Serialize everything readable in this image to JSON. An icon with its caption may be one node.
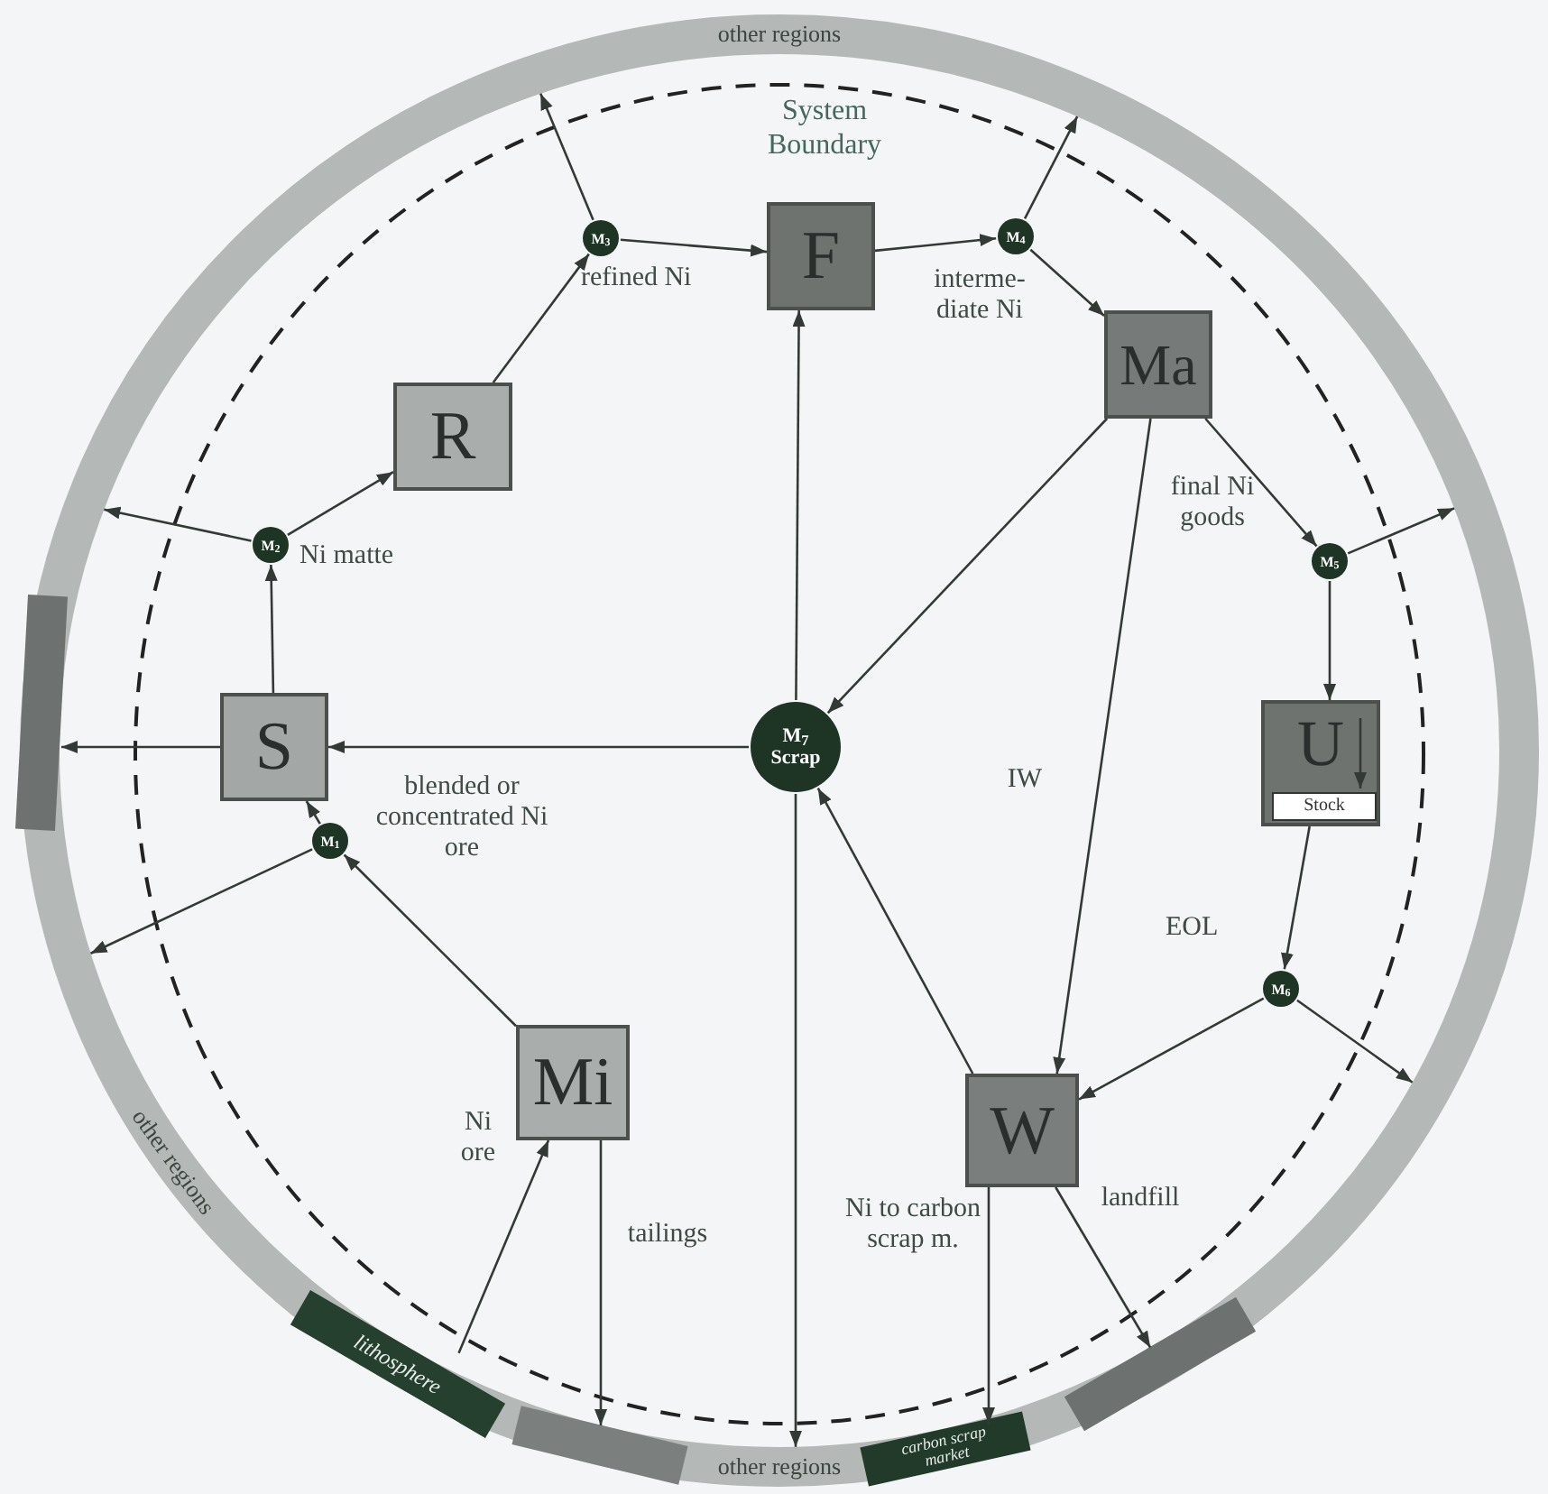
{
  "diagram": {
    "nodes": [
      {
        "text": [
          "other regions",
          "other regions",
          "other regions"
        ]
      },
      {
        "text": [],
        "shape": "bar",
        "in": 0
      },
      {
        "text": [
          "lithosphere"
        ],
        "in": 0
      },
      {
        "text": [],
        "shape": "bar",
        "in": 0
      },
      {
        "text": [
          "carbon scrap market"
        ],
        "in": 0
      },
      {
        "text": [],
        "shape": "bar",
        "in": 0
      },
      {
        "text": [
          "System Boundary"
        ],
        "in": 0
      },
      {
        "text": [
          "F"
        ],
        "in": 6
      },
      {
        "text": [
          "M$_{3}$"
        ],
        "in": 6,
        "beside": [
          "refined Ni"
        ]
      },
      {
        "text": [
          "M$_{4}$"
        ],
        "in": 6,
        "beside": [
          "interme- diate Ni"
        ]
      },
      {
        "text": [
          "R"
        ],
        "in": 6
      },
      {
        "text": [
          "Ma"
        ],
        "in": 6
      },
      {
        "text": [
          "M$_{2}$"
        ],
        "in": 6,
        "beside": [
          "Ni matte"
        ]
      },
      {
        "text": [
          "M$_{5}$"
        ],
        "in": 6,
        "beside": [
          "final Ni goods"
        ]
      },
      {
        "text": [
          "S"
        ],
        "in": 6
      },
      {
        "text": [
          "M$_{7}$",
          "Scrap"
        ],
        "in": 6
      },
      {
        "text": [
          "U"
        ],
        "in": 6
      },
      {
        "text": [
          "Stock"
        ],
        "in": 16
      },
      {
        "text": [
          "M$_{1}$"
        ],
        "in": 6,
        "beside": [
          "blended or concentrated Ni ore"
        ]
      },
      {
        "text": [
          "M$_{6}$"
        ],
        "in": 6,
        "beside": [
          "EOL"
        ]
      },
      {
        "text": [
          "Mi"
        ],
        "in": 6
      },
      {
        "text": [
          "W"
        ],
        "in": 6
      }
    ],
    "edges": [
      {
        "from": 20,
        "to": 18,
        "arrow": "to"
      },
      {
        "from": 18,
        "to": 14,
        "arrow": "to"
      },
      {
        "from": 18,
        "to": 0,
        "arrow": "to"
      },
      {
        "from": 2,
        "to": 20,
        "arrow": "to",
        "label": "Ni ore"
      },
      {
        "from": 20,
        "to": 3,
        "arrow": "to",
        "label": "tailings"
      },
      {
        "from": 14,
        "to": 1,
        "arrow": "to"
      },
      {
        "from": 14,
        "to": 12,
        "arrow": "to"
      },
      {
        "from": 12,
        "to": 10,
        "arrow": "to"
      },
      {
        "from": 12,
        "to": 0,
        "arrow": "to"
      },
      {
        "from": 10,
        "to": 8,
        "arrow": "to"
      },
      {
        "from": 8,
        "to": 0,
        "arrow": "to"
      },
      {
        "from": 8,
        "to": 7,
        "arrow": "to"
      },
      {
        "from": 7,
        "to": 9,
        "arrow": "to"
      },
      {
        "from": 9,
        "to": 0,
        "arrow": "to"
      },
      {
        "from": 9,
        "to": 11,
        "arrow": "to"
      },
      {
        "from": 11,
        "to": 13,
        "arrow": "to"
      },
      {
        "from": 13,
        "to": 0,
        "arrow": "to"
      },
      {
        "from": 13,
        "to": 16,
        "arrow": "to"
      },
      {
        "from": 16,
        "to": 17,
        "arrow": "to"
      },
      {
        "from": 16,
        "to": 19,
        "arrow": "to"
      },
      {
        "from": 19,
        "to": 21,
        "arrow": "to"
      },
      {
        "from": 19,
        "to": 0,
        "arrow": "to"
      },
      {
        "from": 11,
        "to": 15,
        "arrow": "to"
      },
      {
        "from": 11,
        "to": 21,
        "arrow": "to",
        "label": "IW"
      },
      {
        "from": 21,
        "to": 15,
        "arrow": "to"
      },
      {
        "from": 15,
        "to": 7,
        "arrow": "to"
      },
      {
        "from": 15,
        "to": 14,
        "arrow": "to"
      },
      {
        "from": 15,
        "to": 0,
        "arrow": "to"
      },
      {
        "from": 21,
        "to": 4,
        "arrow": "to",
        "label": "Ni to carbon scrap m."
      },
      {
        "from": 21,
        "to": 5,
        "arrow": "to",
        "label": "landfill"
      }
    ]
  }
}
